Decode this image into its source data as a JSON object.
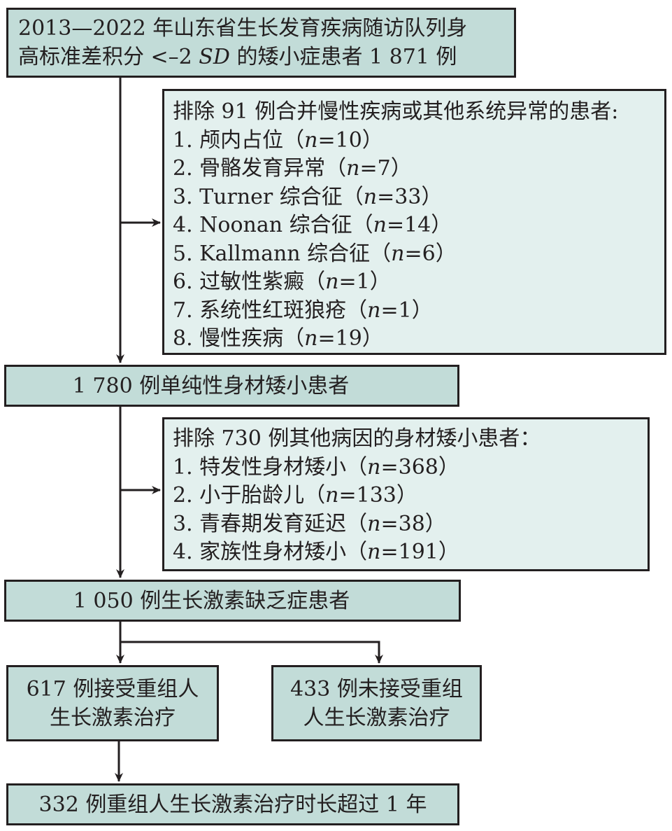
{
  "flowchart": {
    "initial": {
      "lines": [
        "2013—2022 年山东省生长发育疾病随访队列身",
        "高标准差积分 <–2 SD 的矮小症患者 1 871 例"
      ]
    },
    "exclusion1": {
      "heading": "排除 91 例合并慢性疾病或其他系统异常的患者:",
      "items": [
        {
          "label": "1. 颅内占位（",
          "n": "10"
        },
        {
          "label": "2. 骨骼发育异常（",
          "n": "7"
        },
        {
          "label": "3. Turner 综合征（",
          "n": "33"
        },
        {
          "label": "4. Noonan 综合征（",
          "n": "14"
        },
        {
          "label": "5. Kallmann 综合征（",
          "n": "6"
        },
        {
          "label": "6. 过敏性紫癜（",
          "n": "1"
        },
        {
          "label": "7. 系统性红斑狼疮（",
          "n": "1"
        },
        {
          "label": "8. 慢性疾病（",
          "n": "19"
        }
      ]
    },
    "simple_short_stature": {
      "text": "1 780 例单纯性身材矮小患者"
    },
    "exclusion2": {
      "heading": "排除 730 例其他病因的身材矮小患者：",
      "items": [
        {
          "label": "1. 特发性身材矮小（",
          "n": "368"
        },
        {
          "label": "2. 小于胎龄儿（",
          "n": "133"
        },
        {
          "label": "3. 青春期发育延迟（",
          "n": "38"
        },
        {
          "label": "4. 家族性身材矮小（",
          "n": "191"
        }
      ]
    },
    "ghd": {
      "text": "1 050 例生长激素缺乏症患者"
    },
    "treated": {
      "lines": [
        "617 例接受重组人",
        "生长激素治疗"
      ]
    },
    "untreated": {
      "lines": [
        "433 例未接受重组",
        "人生长激素治疗"
      ]
    },
    "over_one_year": {
      "text": "332 例重组人生长激素治疗时长超过 1 年"
    },
    "n_symbol": "n",
    "n_eq": "=",
    "close_paren": "）",
    "colors": {
      "main_box": "#c2dcd8",
      "exclusion_box": "#e3f0ee",
      "line": "#231f20"
    }
  }
}
